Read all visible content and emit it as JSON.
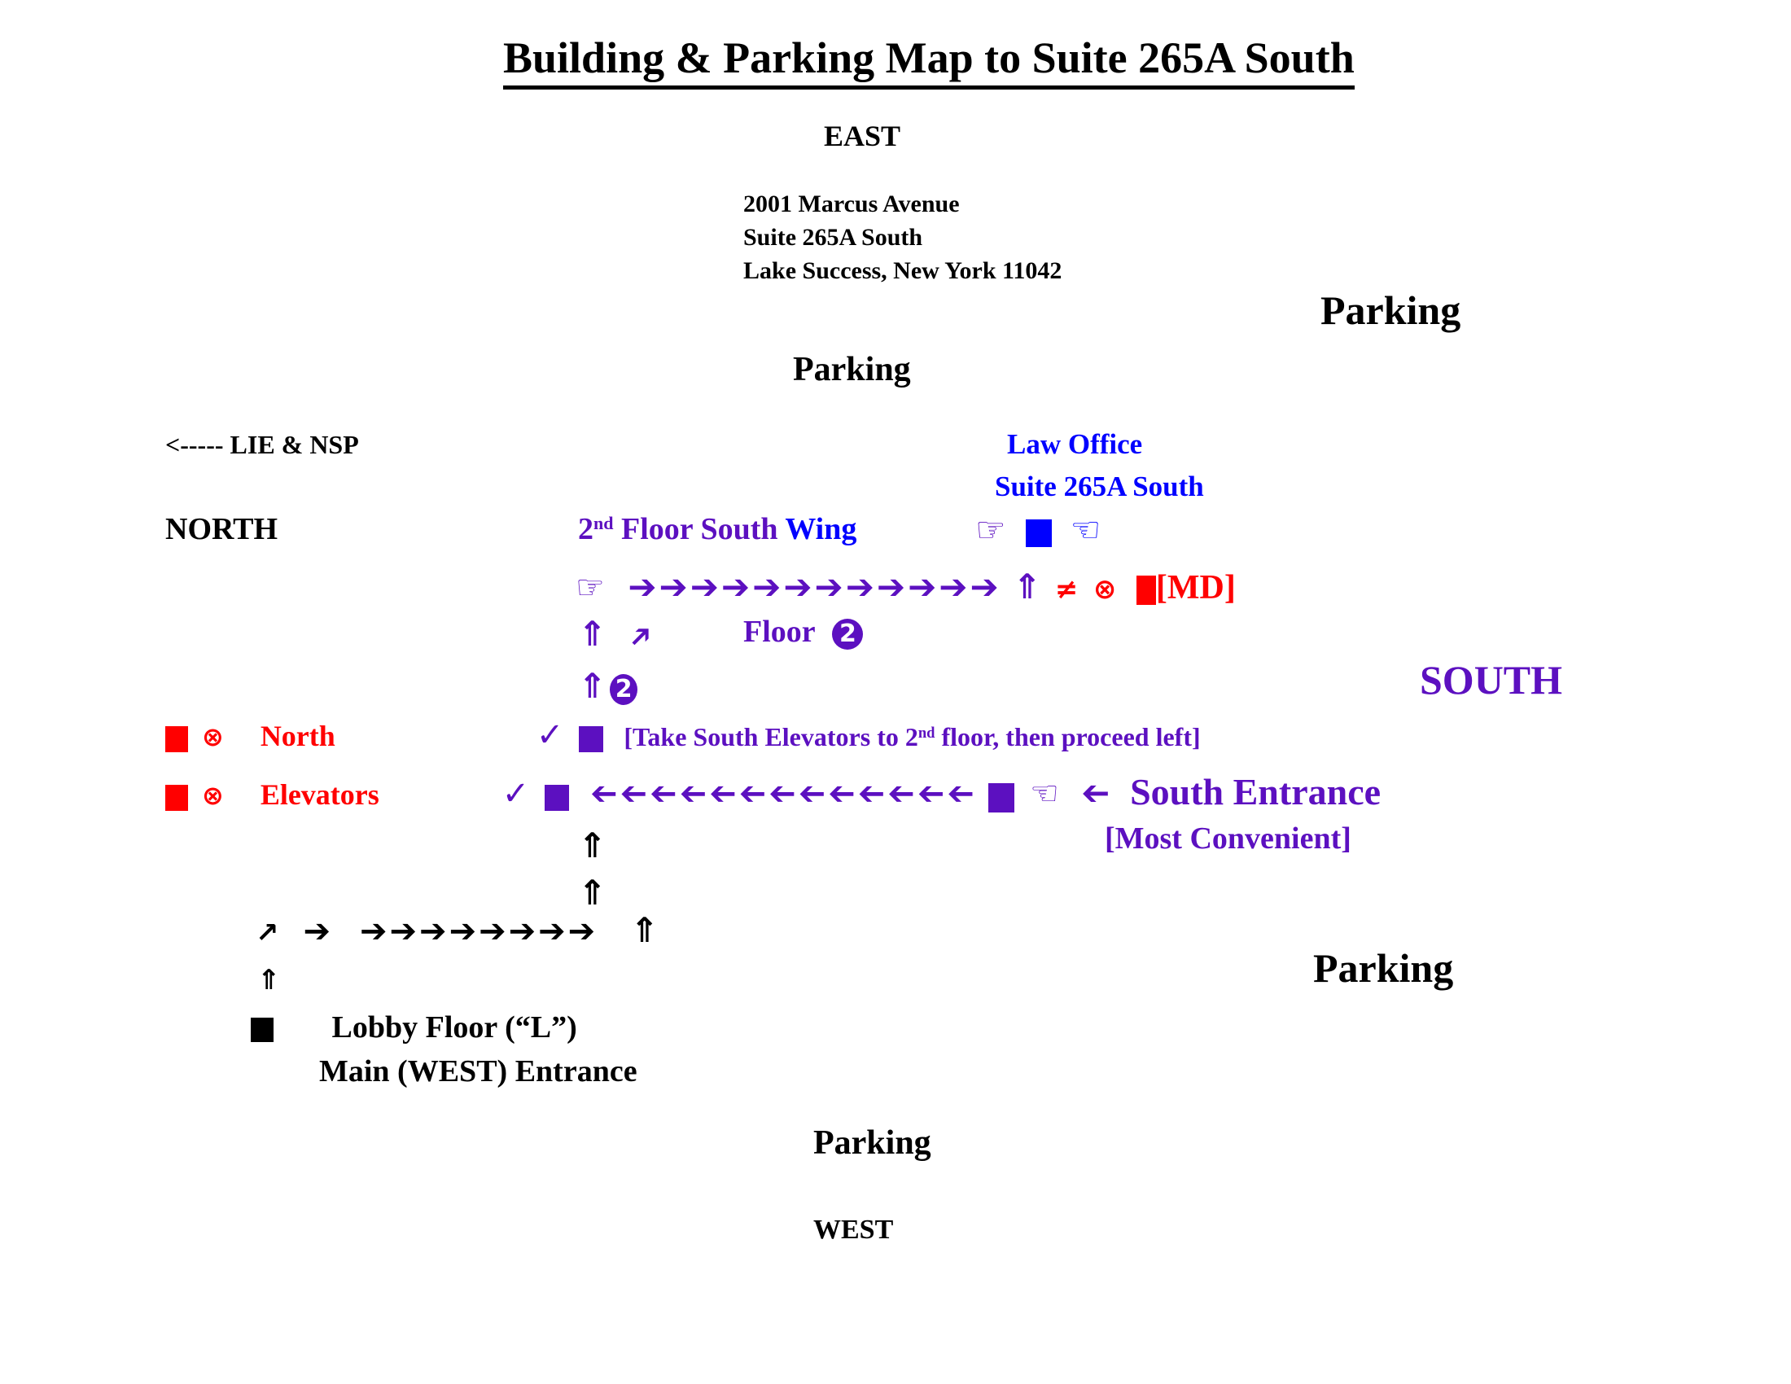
{
  "colors": {
    "purple": "#5C10C0",
    "blue": "#0000FF",
    "red": "#FF0000",
    "black": "#000000"
  },
  "title": "Building & Parking Map to Suite 265A South",
  "compass": {
    "east": "EAST",
    "north": "NORTH",
    "south": "SOUTH",
    "west": "WEST"
  },
  "address": {
    "line1": "2001 Marcus Avenue",
    "line2": "Suite 265A South",
    "line3": "Lake Success, New York 11042"
  },
  "parking": {
    "top_right": "Parking",
    "upper_center": "Parking",
    "mid_right": "Parking",
    "bottom_center": "Parking"
  },
  "highway_sign": "<----- LIE & NSP",
  "law_office": {
    "line1": "Law Office",
    "line2": "Suite 265A South"
  },
  "wing_heading": {
    "num": "2",
    "sup": "nd",
    "rest": " Floor South ",
    "wing": "Wing"
  },
  "symbols": {
    "hand_right": "☞",
    "hand_left": "☜",
    "check": "✓",
    "circled_x": "⊗",
    "not_equal": "≠",
    "up_arrow": "⇑",
    "arrow": "➔",
    "thin_ne_arrow": "↗",
    "arrows_right_12": "➔➔➔➔➔➔➔➔➔➔➔➔",
    "arrows_left_13": "➔➔➔➔➔➔➔➔➔➔➔➔➔",
    "arrows_right_8": "➔➔➔➔➔➔➔➔"
  },
  "route_row": {
    "md_label": "[MD]"
  },
  "floor_row": {
    "label": "Floor",
    "badge": "2"
  },
  "up_badge_row": {
    "badge": "2"
  },
  "legend": {
    "north_label": "North",
    "elevators_label": "Elevators",
    "take_text_pre": "[Take South Elevators to 2",
    "take_text_sup": "nd",
    "take_text_post": " floor, then proceed left]",
    "south_entrance": "South Entrance",
    "most_convenient": "[Most Convenient]"
  },
  "lobby": {
    "marker_label": "Lobby Floor (“L”)",
    "entrance_label": "Main (WEST) Entrance"
  }
}
